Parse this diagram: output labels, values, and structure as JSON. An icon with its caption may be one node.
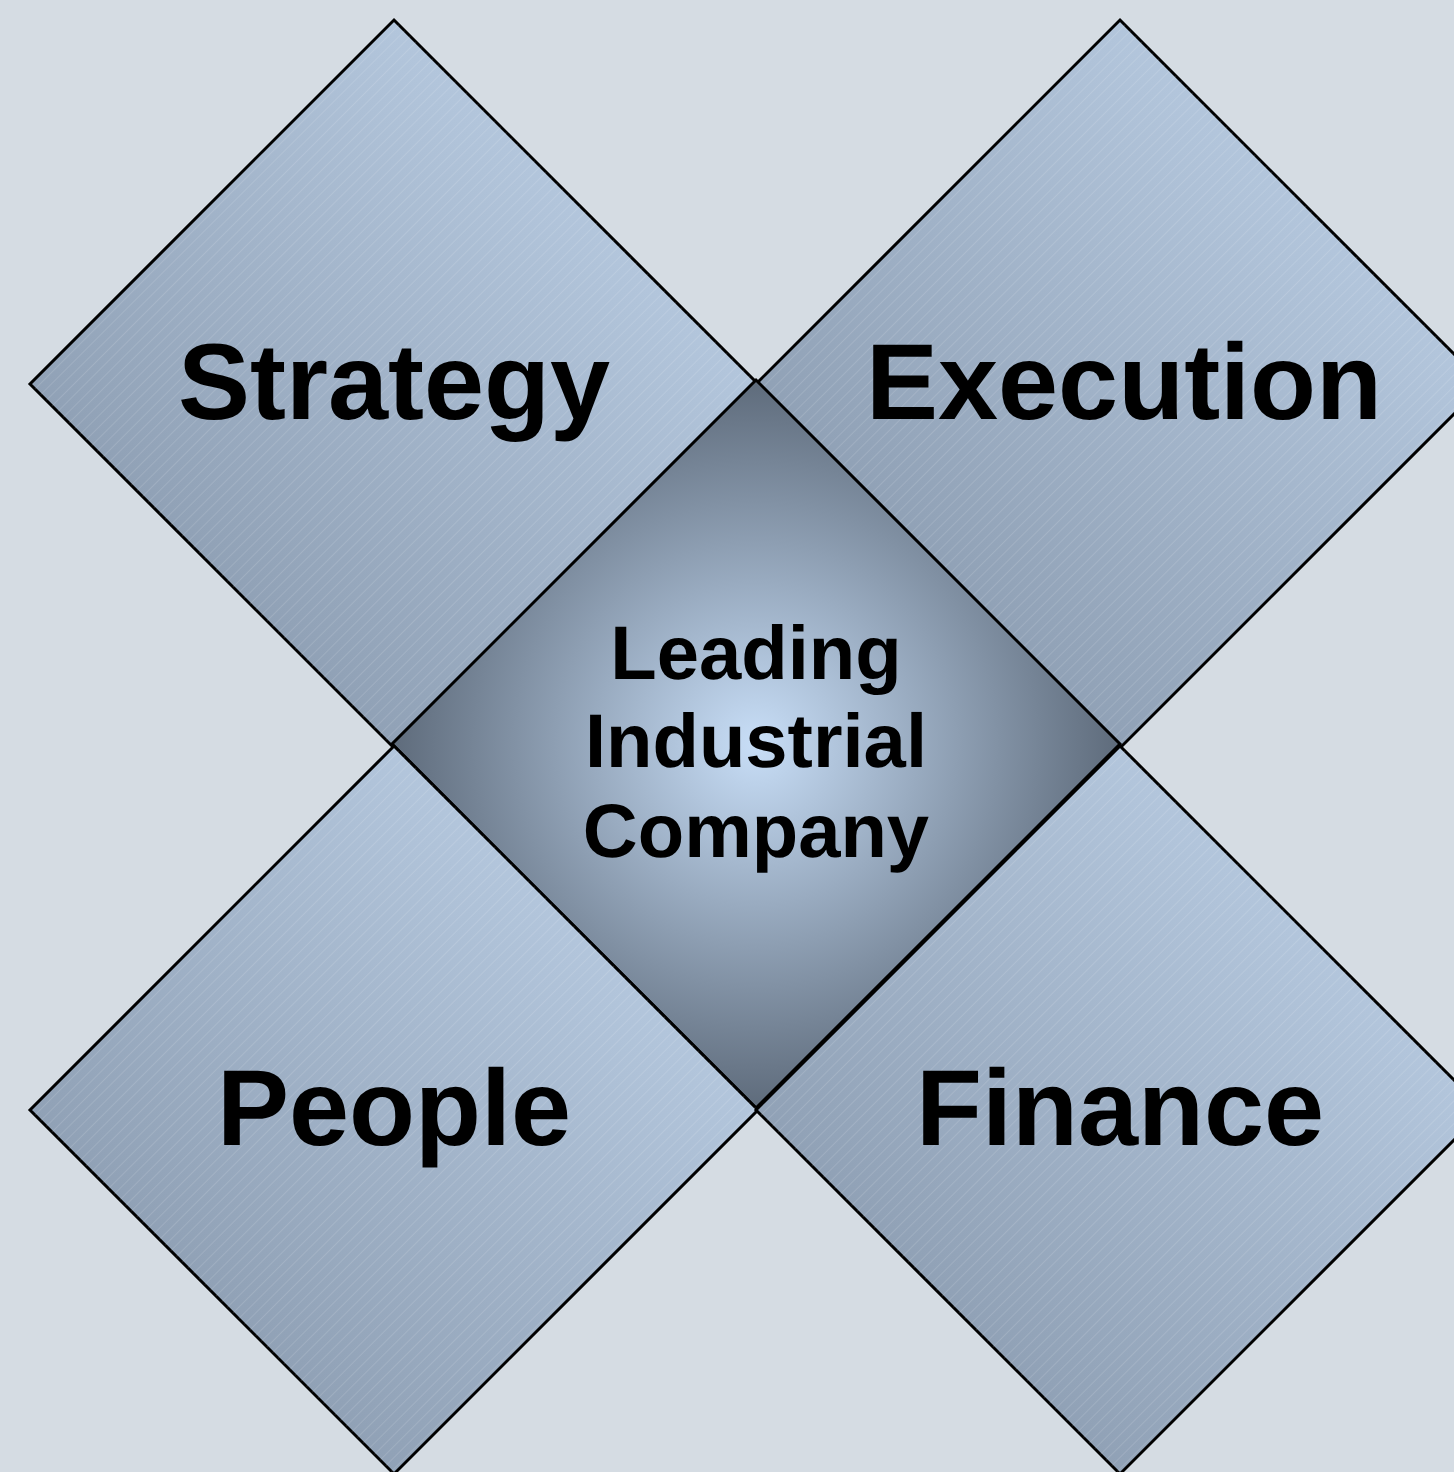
{
  "diagram": {
    "nodes": [
      {
        "text": [
          "Strategy"
        ]
      },
      {
        "text": [
          "Execution"
        ]
      },
      {
        "text": [
          "Leading Industrial Company"
        ]
      },
      {
        "text": [
          "People"
        ]
      },
      {
        "text": [
          "Finance"
        ]
      }
    ]
  }
}
